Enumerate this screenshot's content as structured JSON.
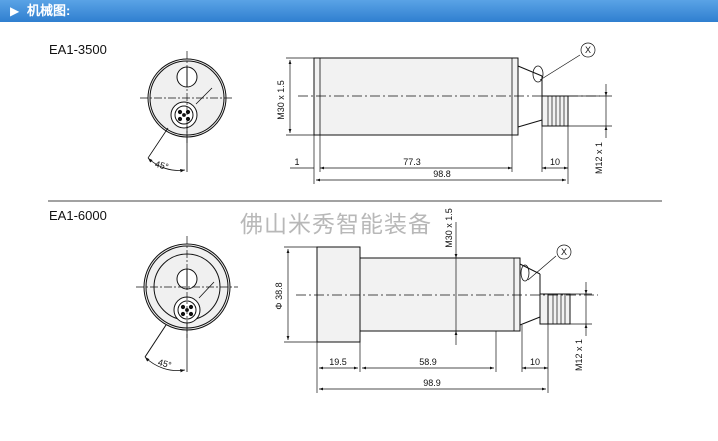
{
  "header": {
    "title": "机械图:"
  },
  "drawing1": {
    "model": "EA1-3500",
    "angle": "45°",
    "dia_label": "M30 x 1.5",
    "plug_label": "M12 x 1",
    "dims": {
      "d1": "1",
      "d2": "77.3",
      "d3": "10",
      "total": "98.8"
    },
    "marker": "X"
  },
  "drawing2": {
    "model": "EA1-6000",
    "angle": "45°",
    "head_label": "Φ 38.8",
    "dia_label": "M30 x 1.5",
    "plug_label": "M12 x 1",
    "dims": {
      "d1": "19.5",
      "d2": "58.9",
      "d3": "10",
      "total": "98.9"
    },
    "marker": "X"
  },
  "watermark": "佛山米秀智能装备"
}
